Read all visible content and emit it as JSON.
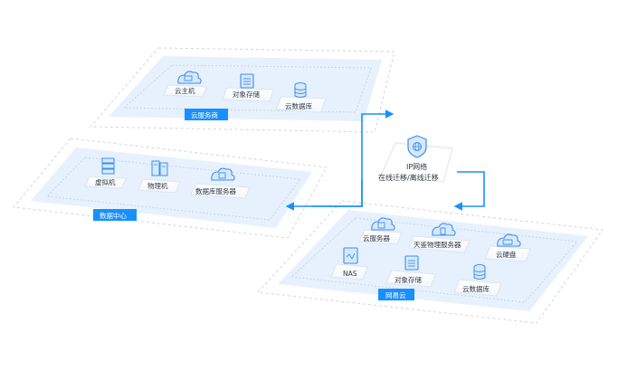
{
  "colors": {
    "accent": "#1890ff",
    "platform_fill": "#e6f1fd",
    "dashed_border": "#cfd6de",
    "icon_blue": "#3a8ff1"
  },
  "groups": {
    "cloud_vendor": {
      "tag": "云服务商",
      "nodes": [
        {
          "label": "云主机",
          "icon": "cloud-host-icon"
        },
        {
          "label": "对象存储",
          "icon": "object-storage-icon"
        },
        {
          "label": "云数据库",
          "icon": "database-icon"
        }
      ]
    },
    "data_center": {
      "tag": "数据中心",
      "nodes": [
        {
          "label": "虚拟机",
          "icon": "virtual-machine-icon"
        },
        {
          "label": "物理机",
          "icon": "physical-server-icon"
        },
        {
          "label": "数据库服务器",
          "icon": "database-server-icon"
        }
      ]
    },
    "netease_cloud": {
      "tag": "网易云",
      "nodes": [
        {
          "label": "云服务器",
          "icon": "cloud-server-icon"
        },
        {
          "label": "天鉴物理服务器",
          "icon": "physical-server-icon"
        },
        {
          "label": "云硬盘",
          "icon": "cloud-disk-icon"
        },
        {
          "label": "NAS",
          "icon": "nas-icon"
        },
        {
          "label": "对象存储",
          "icon": "object-storage-icon"
        },
        {
          "label": "云数据库",
          "icon": "database-icon"
        }
      ]
    }
  },
  "network": {
    "title": "IP网络",
    "caption": "在线迁移/离线迁移",
    "icon": "network-shield-icon"
  }
}
